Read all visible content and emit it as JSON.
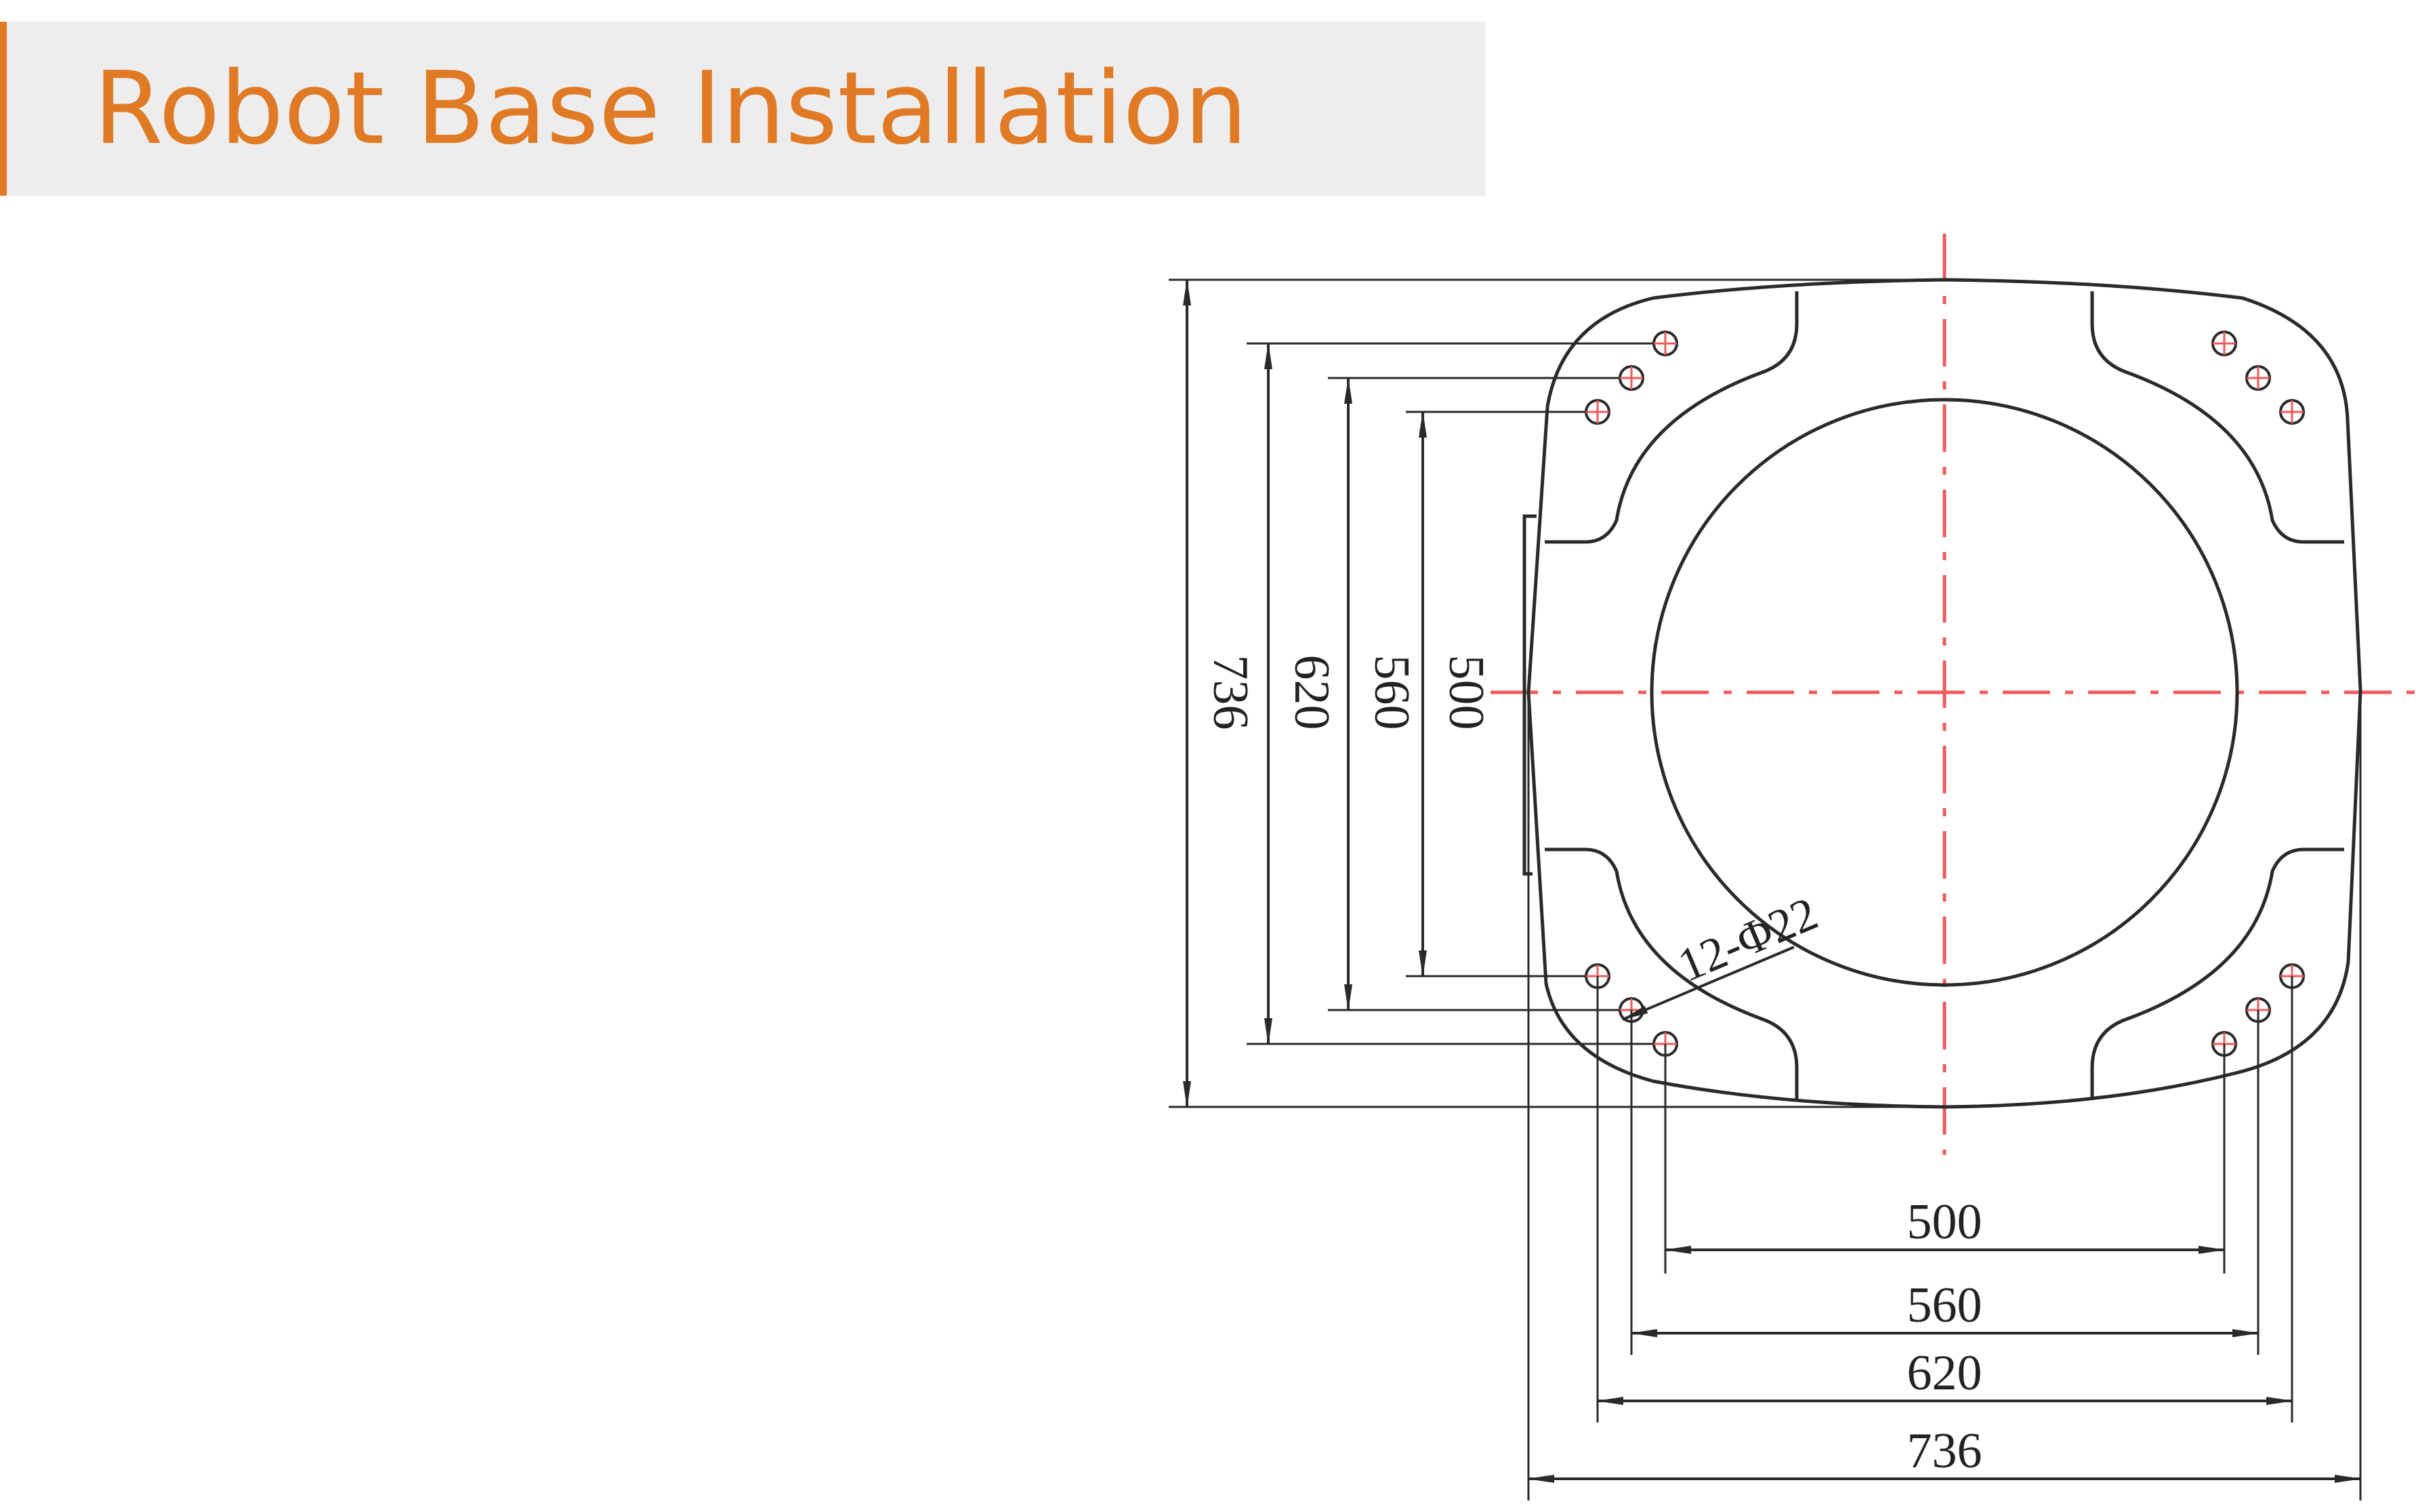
{
  "header": {
    "title": "Robot Base Installation"
  },
  "drawing": {
    "hole_label": "12-Φ22",
    "vertical_dims": [
      "736",
      "620",
      "560",
      "500"
    ],
    "horizontal_dims": [
      "500",
      "560",
      "620",
      "736"
    ]
  },
  "colors": {
    "accent": "#e07a25",
    "title_background": "#ededed",
    "line": "#2a2a2a",
    "center_line": "#f05a5a"
  }
}
